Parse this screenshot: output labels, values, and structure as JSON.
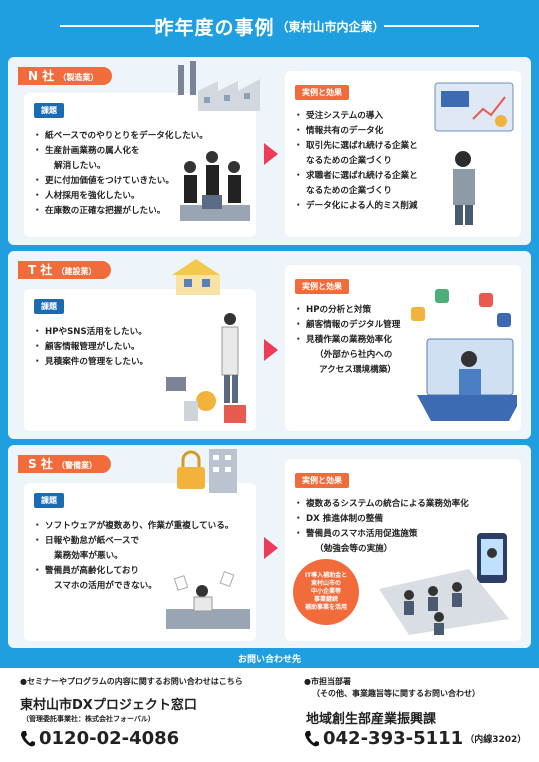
{
  "header": {
    "title": "昨年度の事例",
    "subtitle": "（東村山市内企業）"
  },
  "sections": [
    {
      "company": "N 社",
      "industry": "（製造業）",
      "issue_tag": "課題",
      "issues": [
        "紙ベースでのやりとりをデータ化したい。",
        "生産計画業務の属人化を",
        "解消したい。",
        "更に付加価値をつけていきたい。",
        "人材採用を強化したい。",
        "在庫数の正確な把握がしたい。"
      ],
      "result_tag": "実例と効果",
      "results": [
        "受注システムの導入",
        "情報共有のデータ化",
        "取引先に選ばれ続ける企業と",
        "なるための企業づくり",
        "求職者に選ばれ続ける企業と",
        "なるための企業づくり",
        "データ化による人的ミス削減"
      ]
    },
    {
      "company": "T 社",
      "industry": "（建設業）",
      "issue_tag": "課題",
      "issues": [
        "HPやSNS活用をしたい。",
        "顧客情報管理がしたい。",
        "見積案件の管理をしたい。"
      ],
      "result_tag": "実例と効果",
      "results": [
        "HPの分析と対策",
        "顧客情報のデジタル管理",
        "見積作業の業務効率化",
        "（外部から社内への",
        "アクセス環境構築）"
      ]
    },
    {
      "company": "S 社",
      "industry": "（警備業）",
      "issue_tag": "課題",
      "issues": [
        "ソフトウェアが複数あり、作業が重複している。",
        "日報や勤怠が紙ベースで",
        "業務効率が悪い。",
        "警備員が高齢化しており",
        "スマホの活用ができない。"
      ],
      "result_tag": "実例と効果",
      "results": [
        "複数あるシステムの統合による業務効率化",
        "DX 推進体制の整備",
        "警備員のスマホ活用促進施策",
        "（勉強会等の実施）"
      ],
      "bubble": [
        "IT導入補助金と",
        "東村山市の",
        "中小企業等",
        "事業継続",
        "補助事業を活用"
      ]
    }
  ],
  "contact": {
    "heading": "お問い合わせ先",
    "left": {
      "note": "●セミナーやプログラムの内容に関するお問い合わせはこちら",
      "name": "東村山市DXプロジェクト窓口",
      "sub": "（管理委託事業社：株式会社フォーバル）",
      "phone": "0120-02-4086"
    },
    "right": {
      "note1": "●市担当部署",
      "note2": "（その他、事業趣旨等に関するお問い合わせ）",
      "name": "地域創生部産業振興課",
      "phone": "042-393-5111",
      "ext": "（内線3202）"
    }
  },
  "colors": {
    "background": "#1f9fe0",
    "accent": "#f26b3a",
    "arrow": "#ef3b5a",
    "tag": "#1b6bb0"
  }
}
